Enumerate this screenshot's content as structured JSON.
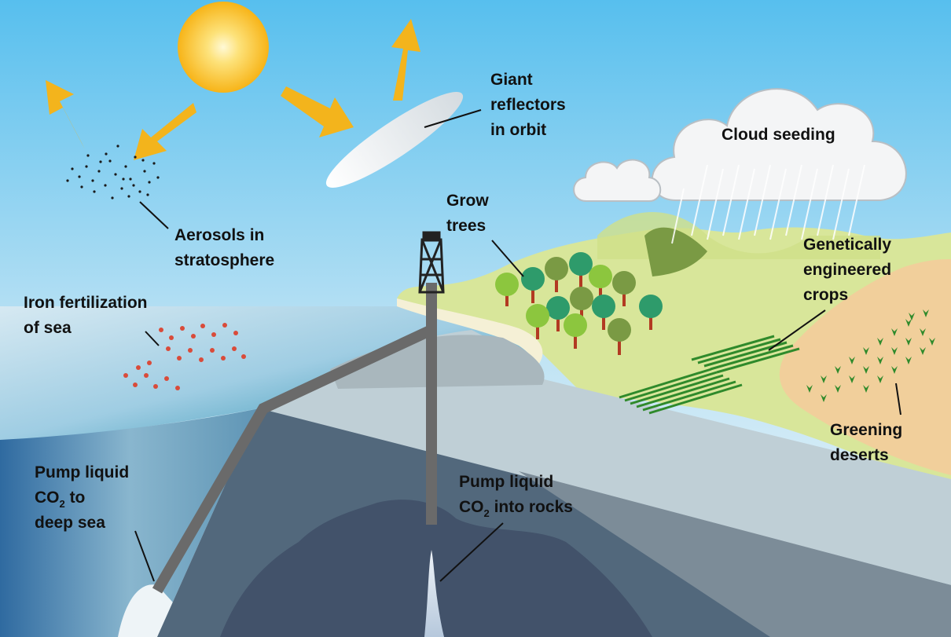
{
  "labels": {
    "reflectors": [
      "Giant",
      "reflectors",
      "in orbit"
    ],
    "cloud_seeding": "Cloud seeding",
    "aerosols": [
      "Aerosols in",
      "stratosphere"
    ],
    "grow_trees": [
      "Grow",
      "trees"
    ],
    "gm_crops": [
      "Genetically",
      "engineered",
      "crops"
    ],
    "iron": [
      "Iron fertilization",
      "of sea"
    ],
    "greening": [
      "Greening",
      "deserts"
    ],
    "pump_sea": {
      "line1": "Pump liquid",
      "co": "CO",
      "sub": "2",
      "co_tail": " to",
      "line3": "deep sea"
    },
    "pump_rocks": {
      "line1": "Pump liquid",
      "co": "CO",
      "sub": "2",
      "co_tail": " into rocks"
    }
  },
  "colors": {
    "sky_top": "#5bc2ee",
    "sky_bottom": "#eaf6fb",
    "sun": "#f9c41b",
    "arrow": "#f3b41c",
    "land": "#d8e69a",
    "trees": "#4aa96a",
    "crops": "#2f8a2b",
    "iron_dots": "#d94b3a",
    "pipe": "#6a6a6a",
    "rock": "#4e6079"
  },
  "icons": [
    "sun-icon",
    "arrow-icon",
    "cloud-icon",
    "tree-icon",
    "drill-rig-icon",
    "reflector-icon"
  ]
}
